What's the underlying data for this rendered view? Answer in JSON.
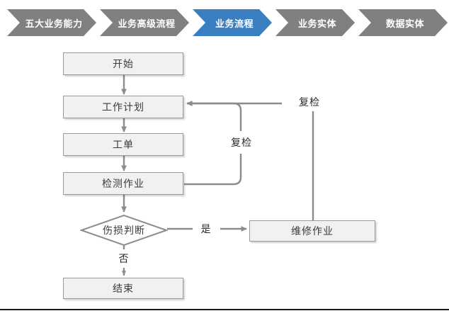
{
  "breadcrumb": {
    "active_index": 2,
    "active_color": "#3a7fc1",
    "inactive_color": "#808080",
    "items": [
      {
        "label": "五大业务能力"
      },
      {
        "label": "业务高级流程"
      },
      {
        "label": "业务流程"
      },
      {
        "label": "业务实体"
      },
      {
        "label": "数据实体"
      }
    ]
  },
  "flow": {
    "node_fill": "#f1f1f1",
    "node_border": "#9a9a9a",
    "connector_color": "#8c8c8c",
    "nodes": [
      {
        "id": "start",
        "label": "开始"
      },
      {
        "id": "work-plan",
        "label": "工作计划"
      },
      {
        "id": "work-order",
        "label": "工单"
      },
      {
        "id": "inspection",
        "label": "检测作业"
      },
      {
        "id": "decision",
        "label": "伤损判断"
      },
      {
        "id": "repair",
        "label": "维修作业"
      },
      {
        "id": "end",
        "label": "结束"
      }
    ],
    "edge_labels": [
      {
        "id": "recheck-inner",
        "label": "复检"
      },
      {
        "id": "recheck-outer",
        "label": "复检"
      },
      {
        "id": "yes",
        "label": "是"
      },
      {
        "id": "no",
        "label": "否"
      }
    ]
  }
}
